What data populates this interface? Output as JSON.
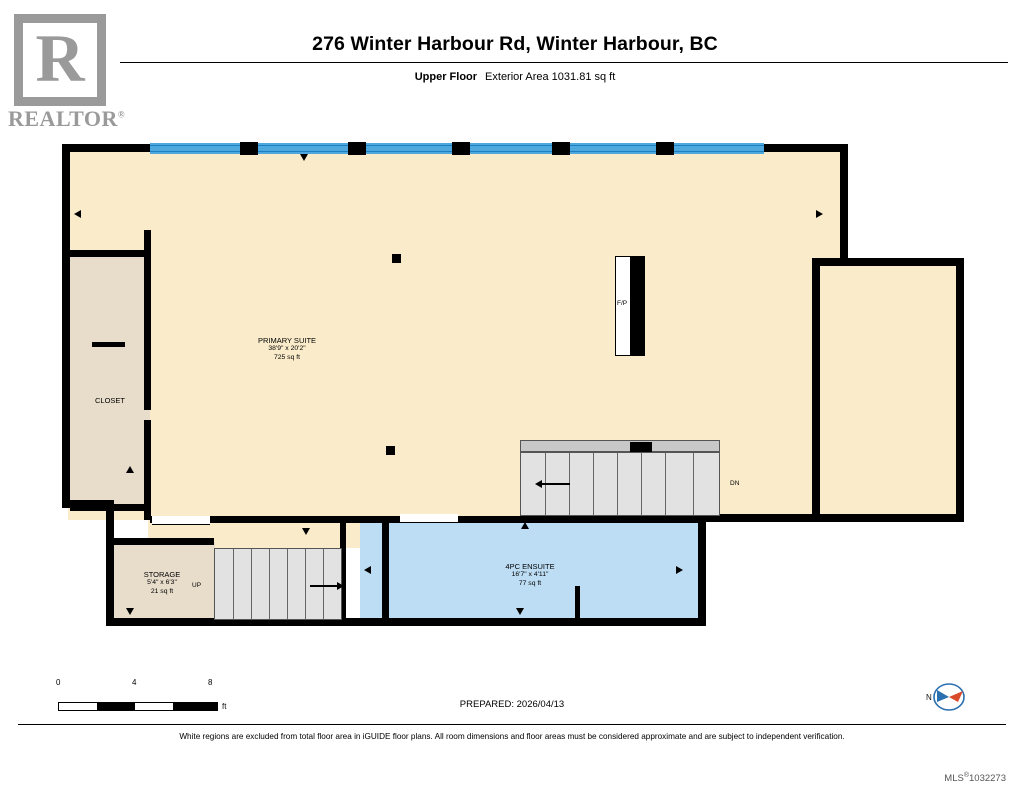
{
  "header": {
    "logo_letter": "R",
    "logo_word": "REALTOR",
    "logo_reg": "®",
    "title": "276 Winter Harbour Rd, Winter Harbour, BC",
    "floor_label": "Upper Floor",
    "area_label": "Exterior Area 1031.81 sq ft"
  },
  "rooms": [
    {
      "name": "PRIMARY SUITE",
      "dimensions": "38'9\" x 20'2\"",
      "area": "725 sq ft"
    },
    {
      "name": "CLOSET",
      "dimensions": "",
      "area": ""
    },
    {
      "name": "STORAGE",
      "dimensions": "5'4\" x 6'3\"",
      "area": "21 sq ft"
    },
    {
      "name": "4PC ENSUITE",
      "dimensions": "16'7\" x 4'11\"",
      "area": "77 sq ft"
    }
  ],
  "annotations": {
    "fireplace": "F/P",
    "stairs_down": "DN",
    "stairs_up": "UP"
  },
  "scale": {
    "ticks": [
      "0",
      "4",
      "8"
    ],
    "unit": "ft"
  },
  "footer": {
    "prepared": "PREPARED: 2026/04/13",
    "disclaimer": "White regions are excluded from total floor area in iGUIDE floor plans. All room dimensions and floor areas must be considered approximate and are subject to independent verification.",
    "mls": "MLS",
    "mls_reg": "®",
    "mls_number": "1032273",
    "compass_label": "N"
  },
  "colors": {
    "cream": "#faeccb",
    "beige": "#e8ddcb",
    "blue": "#bdddf4",
    "window": "#4ea8dd",
    "wall": "#000000"
  }
}
